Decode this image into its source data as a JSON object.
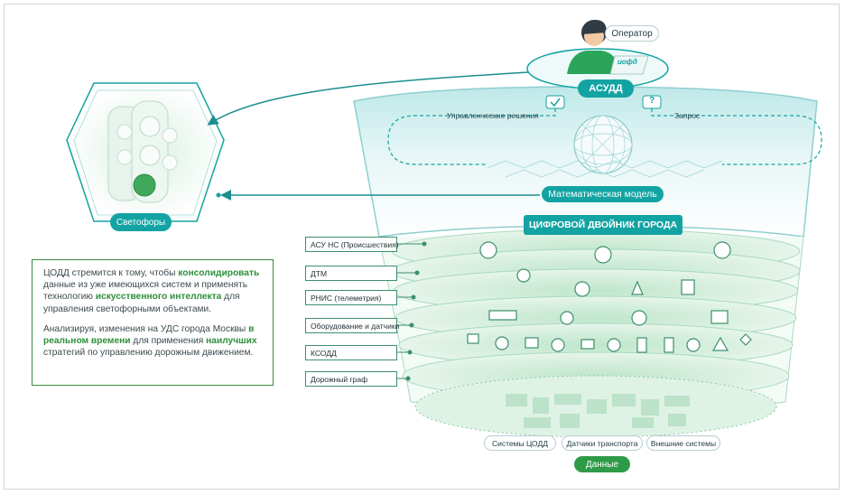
{
  "operator": {
    "label": "Оператор",
    "laptop_label": "иофд"
  },
  "asudd": {
    "label": "АСУДД"
  },
  "arrows": {
    "left_label": "Управленческие решения",
    "right_label": "Запрос",
    "check_icon": "check-icon",
    "question_icon": "?"
  },
  "model": {
    "label": "Математическая модель"
  },
  "twin": {
    "label": "ЦИФРОВОЙ ДВОЙНИК ГОРОДА"
  },
  "traffic_lights": {
    "label": "Светофоры"
  },
  "layers": [
    {
      "label": "АСУ НС (Происшествия)"
    },
    {
      "label": "ДТМ"
    },
    {
      "label": "РНИС (телеметрия)"
    },
    {
      "label": "Оборудование и датчики"
    },
    {
      "label": "КСОДД"
    },
    {
      "label": "Дорожный граф"
    }
  ],
  "sources": [
    "Системы ЦОДД",
    "Датчики транспорта",
    "Внешние системы"
  ],
  "data_label": "Данные",
  "info": {
    "p1_a": "ЦОДД стремится к тому, чтобы ",
    "p1_b": "консолидиро­вать",
    "p1_c": " данные из уже имеющихся систем и при­менять технологию ",
    "p1_d": "искусственного интеллек­та",
    "p1_e": " для управления светофорными объектами.",
    "p2_a": "Анализируя, изменения на УДС города Москвы ",
    "p2_b": "в реальном времени",
    "p2_c": " для применения ",
    "p2_d": "наи­лучших",
    "p2_e": " стратегий по управлению дорожным движением."
  },
  "colors": {
    "teal": "#13a3a3",
    "green": "#2e9b48",
    "light_teal": "#c9ecec",
    "dark": "#243238"
  }
}
